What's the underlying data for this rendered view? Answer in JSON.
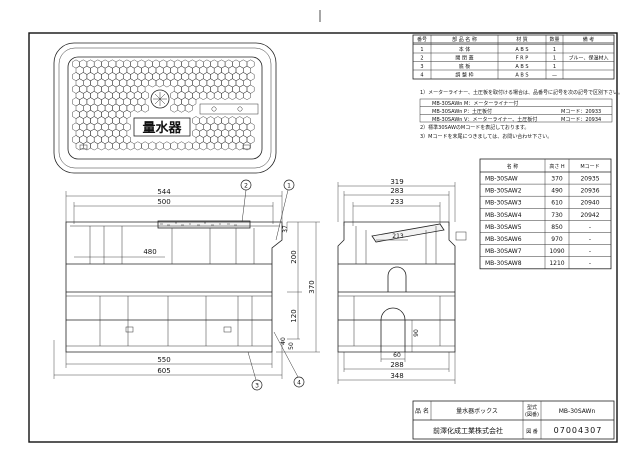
{
  "parts_table": {
    "headers": [
      "番号",
      "部 品 名 称",
      "材 質",
      "数量",
      "備 考"
    ],
    "rows": [
      [
        "1",
        "本 体",
        "A B S",
        "1",
        ""
      ],
      [
        "2",
        "開 閉 蓋",
        "F R P",
        "1",
        "ブルー、保温材入"
      ],
      [
        "3",
        "底 板",
        "A B S",
        "1",
        ""
      ],
      [
        "4",
        "調 整 枠",
        "A B S",
        "—",
        ""
      ]
    ]
  },
  "notes": {
    "note1": "1）メーターライナー、土圧板を取付ける場合は、品番号に記号を次の記号で区別下さい。",
    "variants": [
      [
        "MB-30SAWn M：メーターライナー付",
        ""
      ],
      [
        "MB-30SAWn P：土圧板付",
        "Mコード：20933"
      ],
      [
        "MB-30SAWn V：メーターライナー、土圧板付",
        "Mコード：20934"
      ]
    ],
    "note2": "2）標準30SAWのMコードを表記しております。",
    "note3": "3）Mコードを末尾につきましては、お問い合わせ下さい。"
  },
  "size_table": {
    "headers": [
      "名 称",
      "高さ H",
      "Mコード"
    ],
    "rows": [
      [
        "MB-30SAW",
        "370",
        "20935"
      ],
      [
        "MB-30SAW2",
        "490",
        "20936"
      ],
      [
        "MB-30SAW3",
        "610",
        "20940"
      ],
      [
        "MB-30SAW4",
        "730",
        "20942"
      ],
      [
        "MB-30SAW5",
        "850",
        "-"
      ],
      [
        "MB-30SAW6",
        "970",
        "-"
      ],
      [
        "MB-30SAW7",
        "1090",
        "-"
      ],
      [
        "MB-30SAW8",
        "1210",
        "-"
      ]
    ]
  },
  "lid_logo": "量水器",
  "front_dims": {
    "d544": "544",
    "d500": "500",
    "d480": "480",
    "d550": "550",
    "d605": "605",
    "d37": "37",
    "d200": "200",
    "d370": "370",
    "d120": "120",
    "d40": "40",
    "d50": "50"
  },
  "side_dims": {
    "d319": "319",
    "d283": "283",
    "d233": "233",
    "d213": "213",
    "d90": "90",
    "d60": "60",
    "d288": "288",
    "d348": "348"
  },
  "callouts": [
    "1",
    "2",
    "3",
    "4"
  ],
  "title_block": {
    "name_label": "品 名",
    "name_value": "量水器ボックス",
    "model_label_top": "型式",
    "model_label_bottom": "(図番)",
    "model_value": "MB-30SAWn",
    "company": "前澤化成工業株式会社",
    "no_label": "図 番",
    "no_value": "07004307"
  }
}
